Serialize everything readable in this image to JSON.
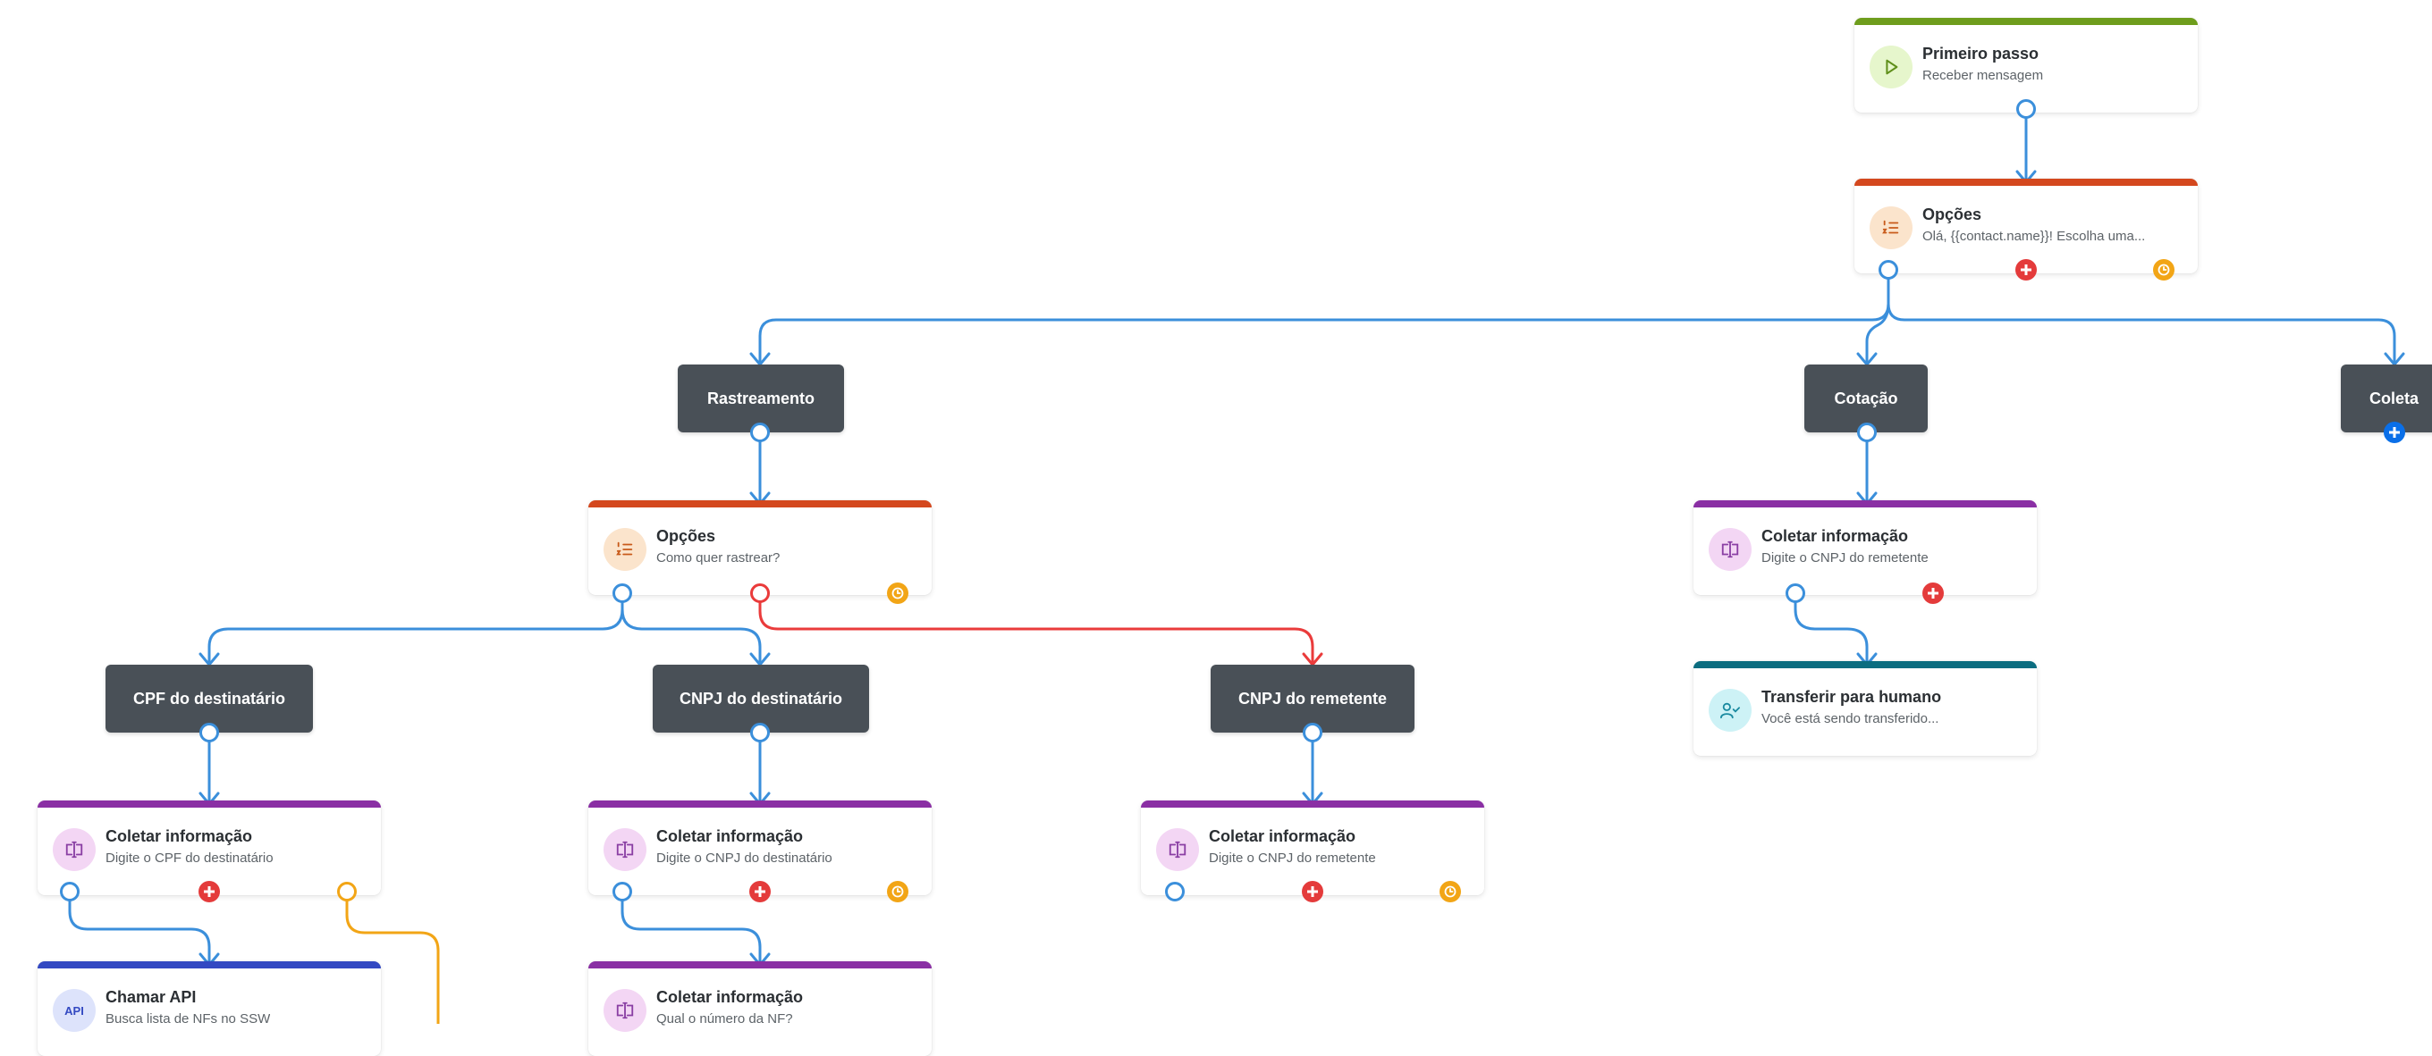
{
  "colors": {
    "wire": "#3b8fdb",
    "wire_red": "#ea3b3b",
    "wire_orange": "#f2a516",
    "start": "#6e9d1c",
    "options": "#d4481e",
    "collect": "#8a2fa4",
    "handoff": "#0b6d80",
    "api": "#3349c2"
  },
  "nodes": {
    "start": {
      "title": "Primeiro passo",
      "subtitle": "Receber mensagem",
      "icon": "play-icon"
    },
    "options_main": {
      "title": "Opções",
      "subtitle": "Olá, {{contact.name}}! Escolha uma...",
      "icon": "list-icon"
    },
    "options_track": {
      "title": "Opções",
      "subtitle": "Como quer rastrear?",
      "icon": "list-icon"
    },
    "collect_cotacao": {
      "title": "Coletar informação",
      "subtitle": "Digite o CNPJ do remetente",
      "icon": "input-icon"
    },
    "handoff": {
      "title": "Transferir para humano",
      "subtitle": "Você está sendo transferido...",
      "icon": "user-check-icon"
    },
    "collect_cpf": {
      "title": "Coletar informação",
      "subtitle": "Digite o CPF do destinatário",
      "icon": "input-icon"
    },
    "collect_cnpj_dest": {
      "title": "Coletar informação",
      "subtitle": "Digite o CNPJ do destinatário",
      "icon": "input-icon"
    },
    "collect_cnpj_rem": {
      "title": "Coletar informação",
      "subtitle": "Digite o CNPJ do remetente",
      "icon": "input-icon"
    },
    "api_call": {
      "title": "Chamar API",
      "subtitle": "Busca lista de NFs no SSW",
      "icon": "api-icon",
      "icon_text": "API"
    },
    "collect_nf": {
      "title": "Coletar informação",
      "subtitle": "Qual o número da NF?",
      "icon": "input-icon"
    }
  },
  "choices": {
    "rastreamento": "Rastreamento",
    "cotacao": "Cotação",
    "coleta": "Coleta",
    "cpf_dest": "CPF do destinatário",
    "cnpj_dest": "CNPJ do destinatário",
    "cnpj_rem": "CNPJ do remetente"
  }
}
